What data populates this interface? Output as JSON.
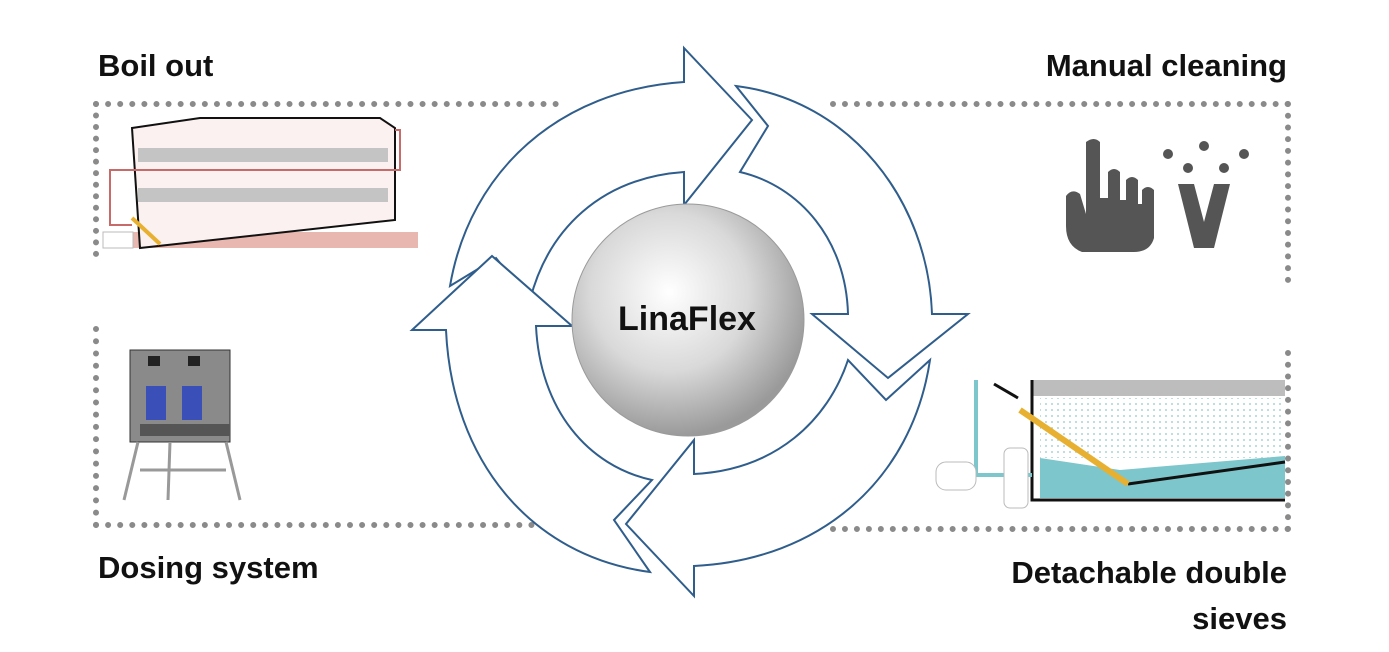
{
  "center": {
    "label": "LinaFlex"
  },
  "quadrants": {
    "top_left": {
      "label": "Boil out",
      "illustration": "boil-out-tank"
    },
    "top_right": {
      "label": "Manual cleaning",
      "illustration": "hand-and-spray-icons"
    },
    "bottom_left": {
      "label": "Dosing system",
      "illustration": "dosing-station"
    },
    "bottom_right": {
      "label_line1": "Detachable double",
      "label_line2": "sieves",
      "illustration": "sieve-tank"
    }
  },
  "colors": {
    "arrow_outline": "#2f5d8c",
    "frame_dots": "#8a8a8a",
    "icon_gray": "#555555",
    "tank_red": "#c86a6a",
    "water_teal": "#7cc6cc",
    "sieve_yellow": "#e8b030"
  }
}
